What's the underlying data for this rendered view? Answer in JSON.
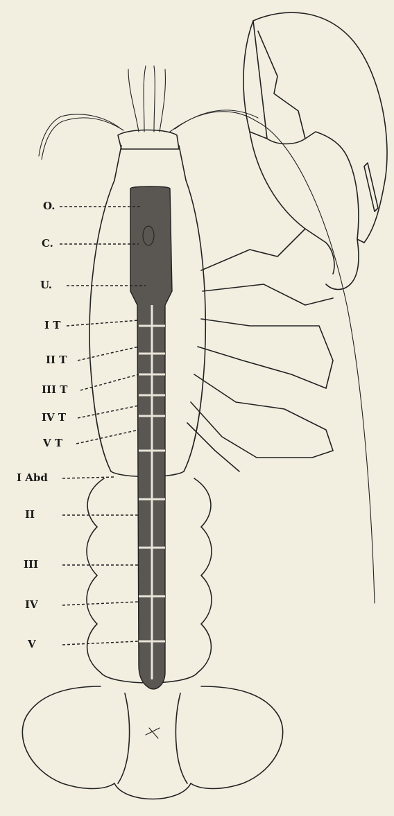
{
  "labels": {
    "o": "O.",
    "c": "C.",
    "u": "U.",
    "it": "I T",
    "iit": "II T",
    "iiit": "III T",
    "ivt": "IV T",
    "vt": "V T",
    "iabd": "I Abd",
    "ii": "II",
    "iii": "III",
    "iv": "IV",
    "v": "V"
  },
  "colors": {
    "background": "#f2eee0",
    "ink": "#222222",
    "nerve_cord": "#5a5652"
  }
}
